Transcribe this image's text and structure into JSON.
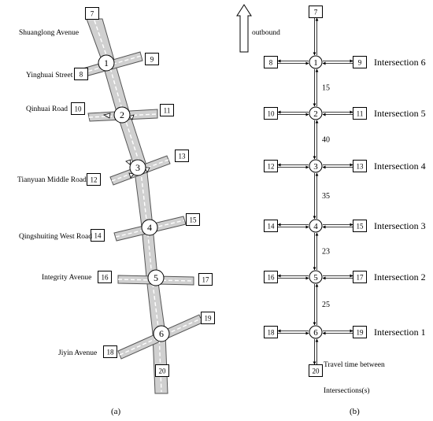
{
  "panel_a": {
    "label": "(a)",
    "streets": {
      "shuanglong": "Shuanglong Avenue",
      "yinghuai": "Yinghuai Street",
      "qinhuai": "Qinhuai Road",
      "tianyuan": "Tianyuan Middle Road",
      "qingshuiting": "Qingshuiting West Road",
      "integrity": "Integrity Avenue",
      "jiyin": "Jiyin Avenue"
    },
    "intersections": [
      "1",
      "2",
      "3",
      "4",
      "5",
      "6"
    ],
    "nodes": {
      "n7": "7",
      "n8": "8",
      "n9": "9",
      "n10": "10",
      "n11": "11",
      "n12": "12",
      "n13": "13",
      "n14": "14",
      "n15": "15",
      "n16": "16",
      "n17": "17",
      "n18": "18",
      "n19": "19",
      "n20": "20"
    }
  },
  "panel_b": {
    "label": "(b)",
    "outbound": "outbound",
    "intersections": [
      "1",
      "2",
      "3",
      "4",
      "5",
      "6"
    ],
    "intersection_names": [
      "Intersection 6",
      "Intersection 5",
      "Intersection 4",
      "Intersection 3",
      "Intersection 2",
      "Intersection 1"
    ],
    "travel_times": [
      "15",
      "40",
      "35",
      "23",
      "25"
    ],
    "travel_label_line1": "Travel time between",
    "travel_label_line2": "Intersections(s)",
    "nodes": {
      "n7": "7",
      "n8": "8",
      "n9": "9",
      "n10": "10",
      "n11": "11",
      "n12": "12",
      "n13": "13",
      "n14": "14",
      "n15": "15",
      "n16": "16",
      "n17": "17",
      "n18": "18",
      "n19": "19",
      "n20": "20"
    }
  }
}
